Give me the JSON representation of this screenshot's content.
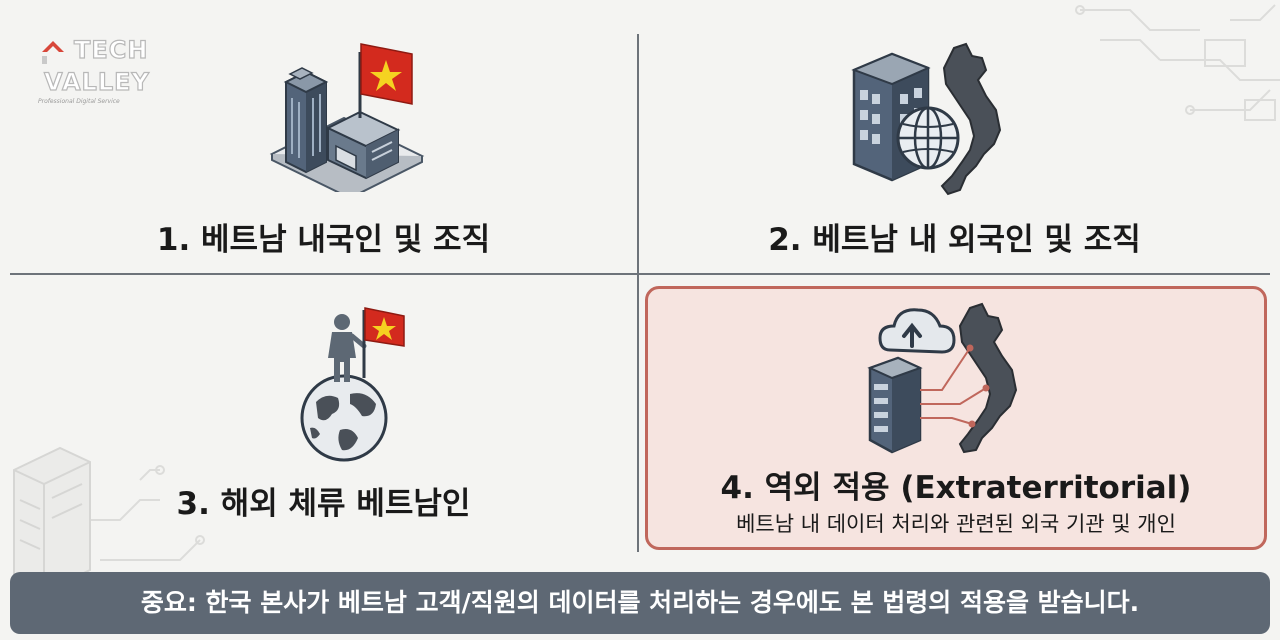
{
  "brand": {
    "line1": "TECH",
    "line2": "VALLEY",
    "tagline": "Professional Digital Service"
  },
  "quadrants": [
    {
      "title": "1. 베트남 내국인 및 조직",
      "icon": "office-building-flag-icon"
    },
    {
      "title": "2. 베트남 내 외국인 및 조직",
      "icon": "building-globe-vietnam-map-icon"
    },
    {
      "title": "3. 해외 체류 베트남인",
      "icon": "person-on-globe-flag-icon"
    },
    {
      "title": "4. 역외 적용 (Extraterritorial)",
      "subtitle": "베트남 내 데이터 처리와 관련된 외국 기관 및 개인",
      "icon": "cloud-server-vietnam-map-icon"
    }
  ],
  "banner": {
    "text": "중요: 한국 본사가 베트남 고객/직원의 데이터를 처리하는 경우에도 본 법령의 적용을 받습니다."
  },
  "colors": {
    "flag_red": "#d32a1e",
    "flag_star": "#f5d221",
    "highlight_border": "#c0675c",
    "highlight_fill": "#f6e4e0",
    "banner_bg": "#5e6874",
    "icon_slate": "#4a5766"
  }
}
